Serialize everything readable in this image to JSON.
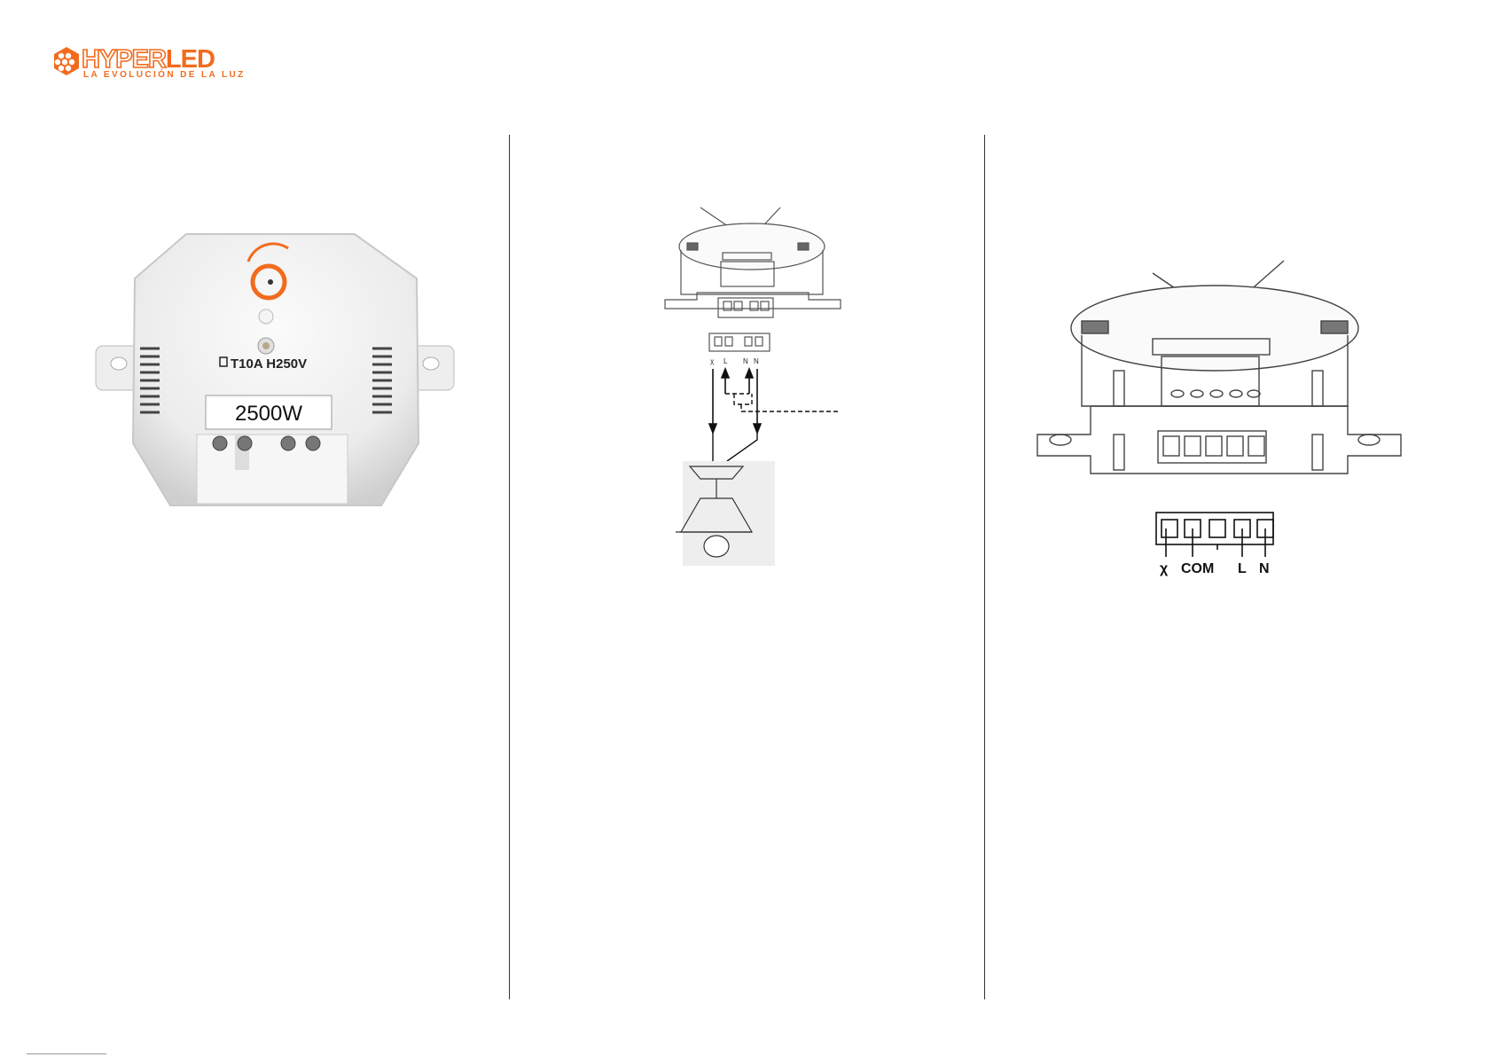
{
  "brand": {
    "name_part1": "HYPER",
    "name_part2": "LED",
    "tagline": "LA EVOLUCIÓN DE LA LUZ",
    "color": "#f26b1d"
  },
  "product": {
    "fuse_label": "T10A H250V",
    "power_label": "2500W"
  },
  "wiring_diagram": {
    "terminals": [
      "χ",
      "L",
      "N",
      "N"
    ]
  },
  "terminal_diagram": {
    "labels": [
      "χ",
      "COM",
      "L",
      "N"
    ]
  }
}
